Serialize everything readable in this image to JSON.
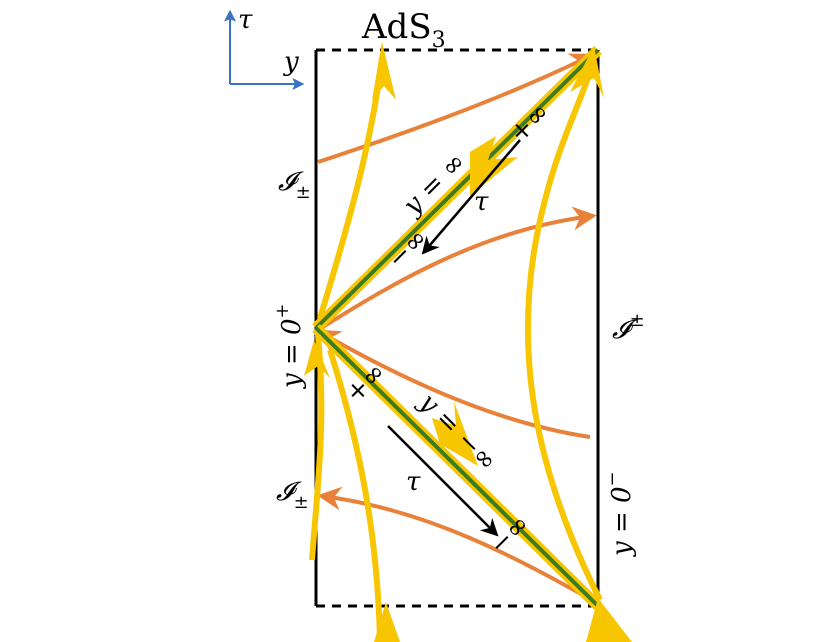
{
  "diagram": {
    "title_main": "AdS",
    "title_sub": "3",
    "axes": {
      "vertical": "τ",
      "horizontal": "y"
    },
    "boundary_labels": {
      "scri_left_top": "𝓘",
      "scri_left_top_sub": "±",
      "scri_left_bottom": "𝓘",
      "scri_left_bottom_sub": "±",
      "scri_right": "𝓘",
      "scri_right_sup": "±",
      "y_left": "y = 0",
      "y_left_sup": "+",
      "y_right": "y = 0",
      "y_right_sup": "−"
    },
    "diagonal_top": {
      "label": "y = ∞",
      "plus": "+∞",
      "minus": "−∞",
      "arrow_label": "τ"
    },
    "diagonal_bottom": {
      "label": "y = −∞",
      "plus": "+∞",
      "minus": "−∞",
      "arrow_label": "τ"
    },
    "colors": {
      "yellow_flow": "#F7C600",
      "orange_flow": "#E8823A",
      "green_horizon": "#3E7A1E",
      "axis_blue": "#3A72C4",
      "frame": "#000000"
    }
  }
}
